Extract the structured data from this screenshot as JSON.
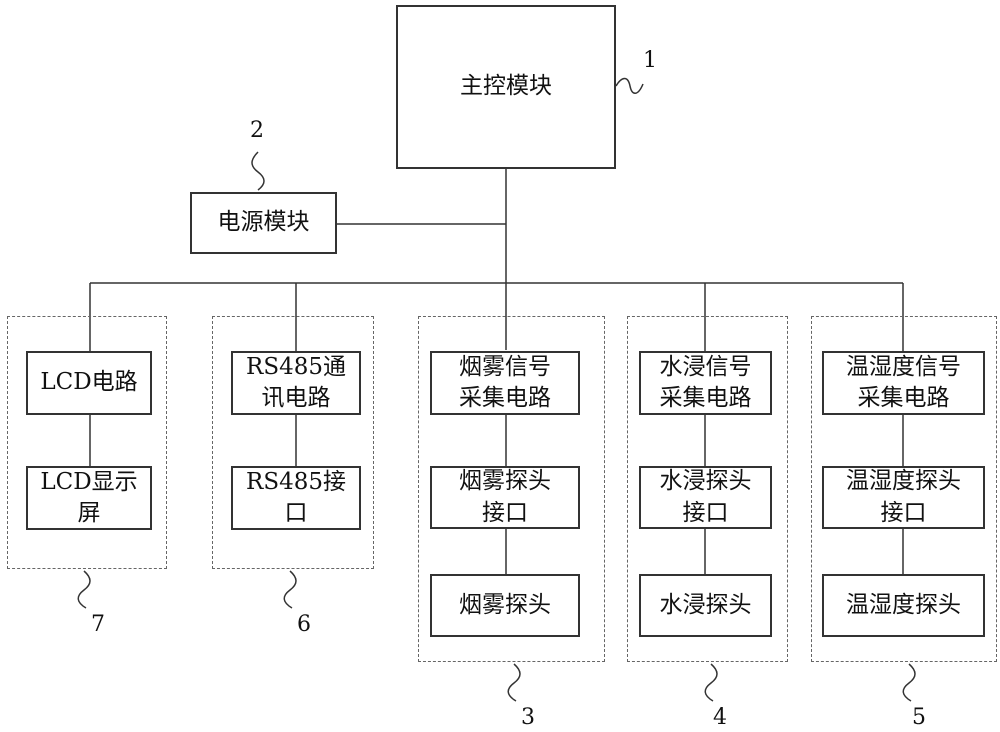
{
  "main_module": {
    "label": "主控模块",
    "number": "1"
  },
  "power_module": {
    "label": "电源模块",
    "number": "2"
  },
  "groups": [
    {
      "number": "7",
      "blocks": [
        [
          "LCD电路"
        ],
        [
          "LCD显示",
          "屏"
        ]
      ]
    },
    {
      "number": "6",
      "blocks": [
        [
          "RS485通",
          "讯电路"
        ],
        [
          "RS485接",
          "口"
        ]
      ]
    },
    {
      "number": "3",
      "blocks": [
        [
          "烟雾信号",
          "采集电路"
        ],
        [
          "烟雾探头",
          "接口"
        ],
        [
          "烟雾探头"
        ]
      ]
    },
    {
      "number": "4",
      "blocks": [
        [
          "水浸信号",
          "采集电路"
        ],
        [
          "水浸探头",
          "接口"
        ],
        [
          "水浸探头"
        ]
      ]
    },
    {
      "number": "5",
      "blocks": [
        [
          "温湿度信号",
          "采集电路"
        ],
        [
          "温湿度探头",
          "接口"
        ],
        [
          "温湿度探头"
        ]
      ]
    }
  ]
}
